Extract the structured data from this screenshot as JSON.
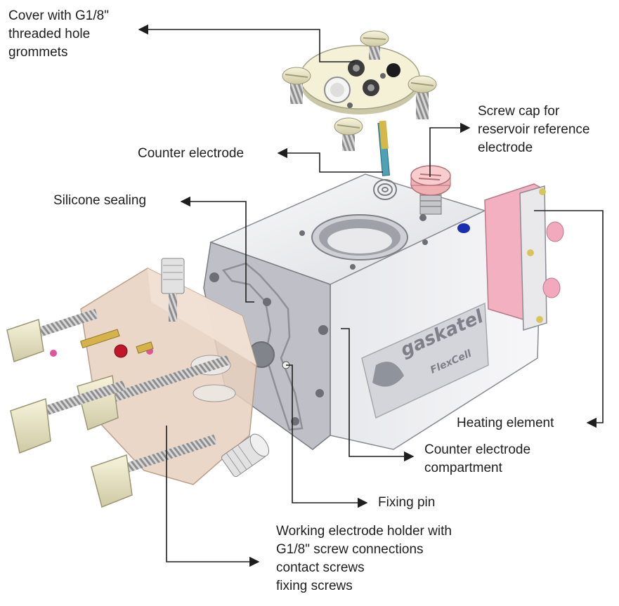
{
  "labels": {
    "cover": [
      "Cover with G1/8\"",
      "threaded hole",
      "grommets"
    ],
    "screw_cap": [
      "Screw cap for",
      "reservoir reference",
      "electrode"
    ],
    "counter_electrode": "Counter electrode",
    "silicone_sealing": "Silicone sealing",
    "heating_element": "Heating element",
    "counter_compartment": [
      "Counter electrode",
      "compartment"
    ],
    "fixing_pin": "Fixing pin",
    "working_holder": [
      "Working electrode holder with",
      "G1/8\" screw connections",
      "contact screws",
      "fixing screws"
    ]
  },
  "logo": {
    "brand": "gaskatel",
    "product": "FlexCell"
  },
  "colors": {
    "body_light": "#f2f2f4",
    "body_mid": "#c9cbd0",
    "body_dark": "#9a9ca3",
    "front_plate": "#b8b9c0",
    "holder_tan": "#e6cfbc",
    "heater_pink": "#f2aebf",
    "screw_head": "#ece8c8",
    "cap_pink": "#f0b1b5",
    "accent_blue": "#1a2fb0",
    "arrow": "#1e1e1e"
  }
}
